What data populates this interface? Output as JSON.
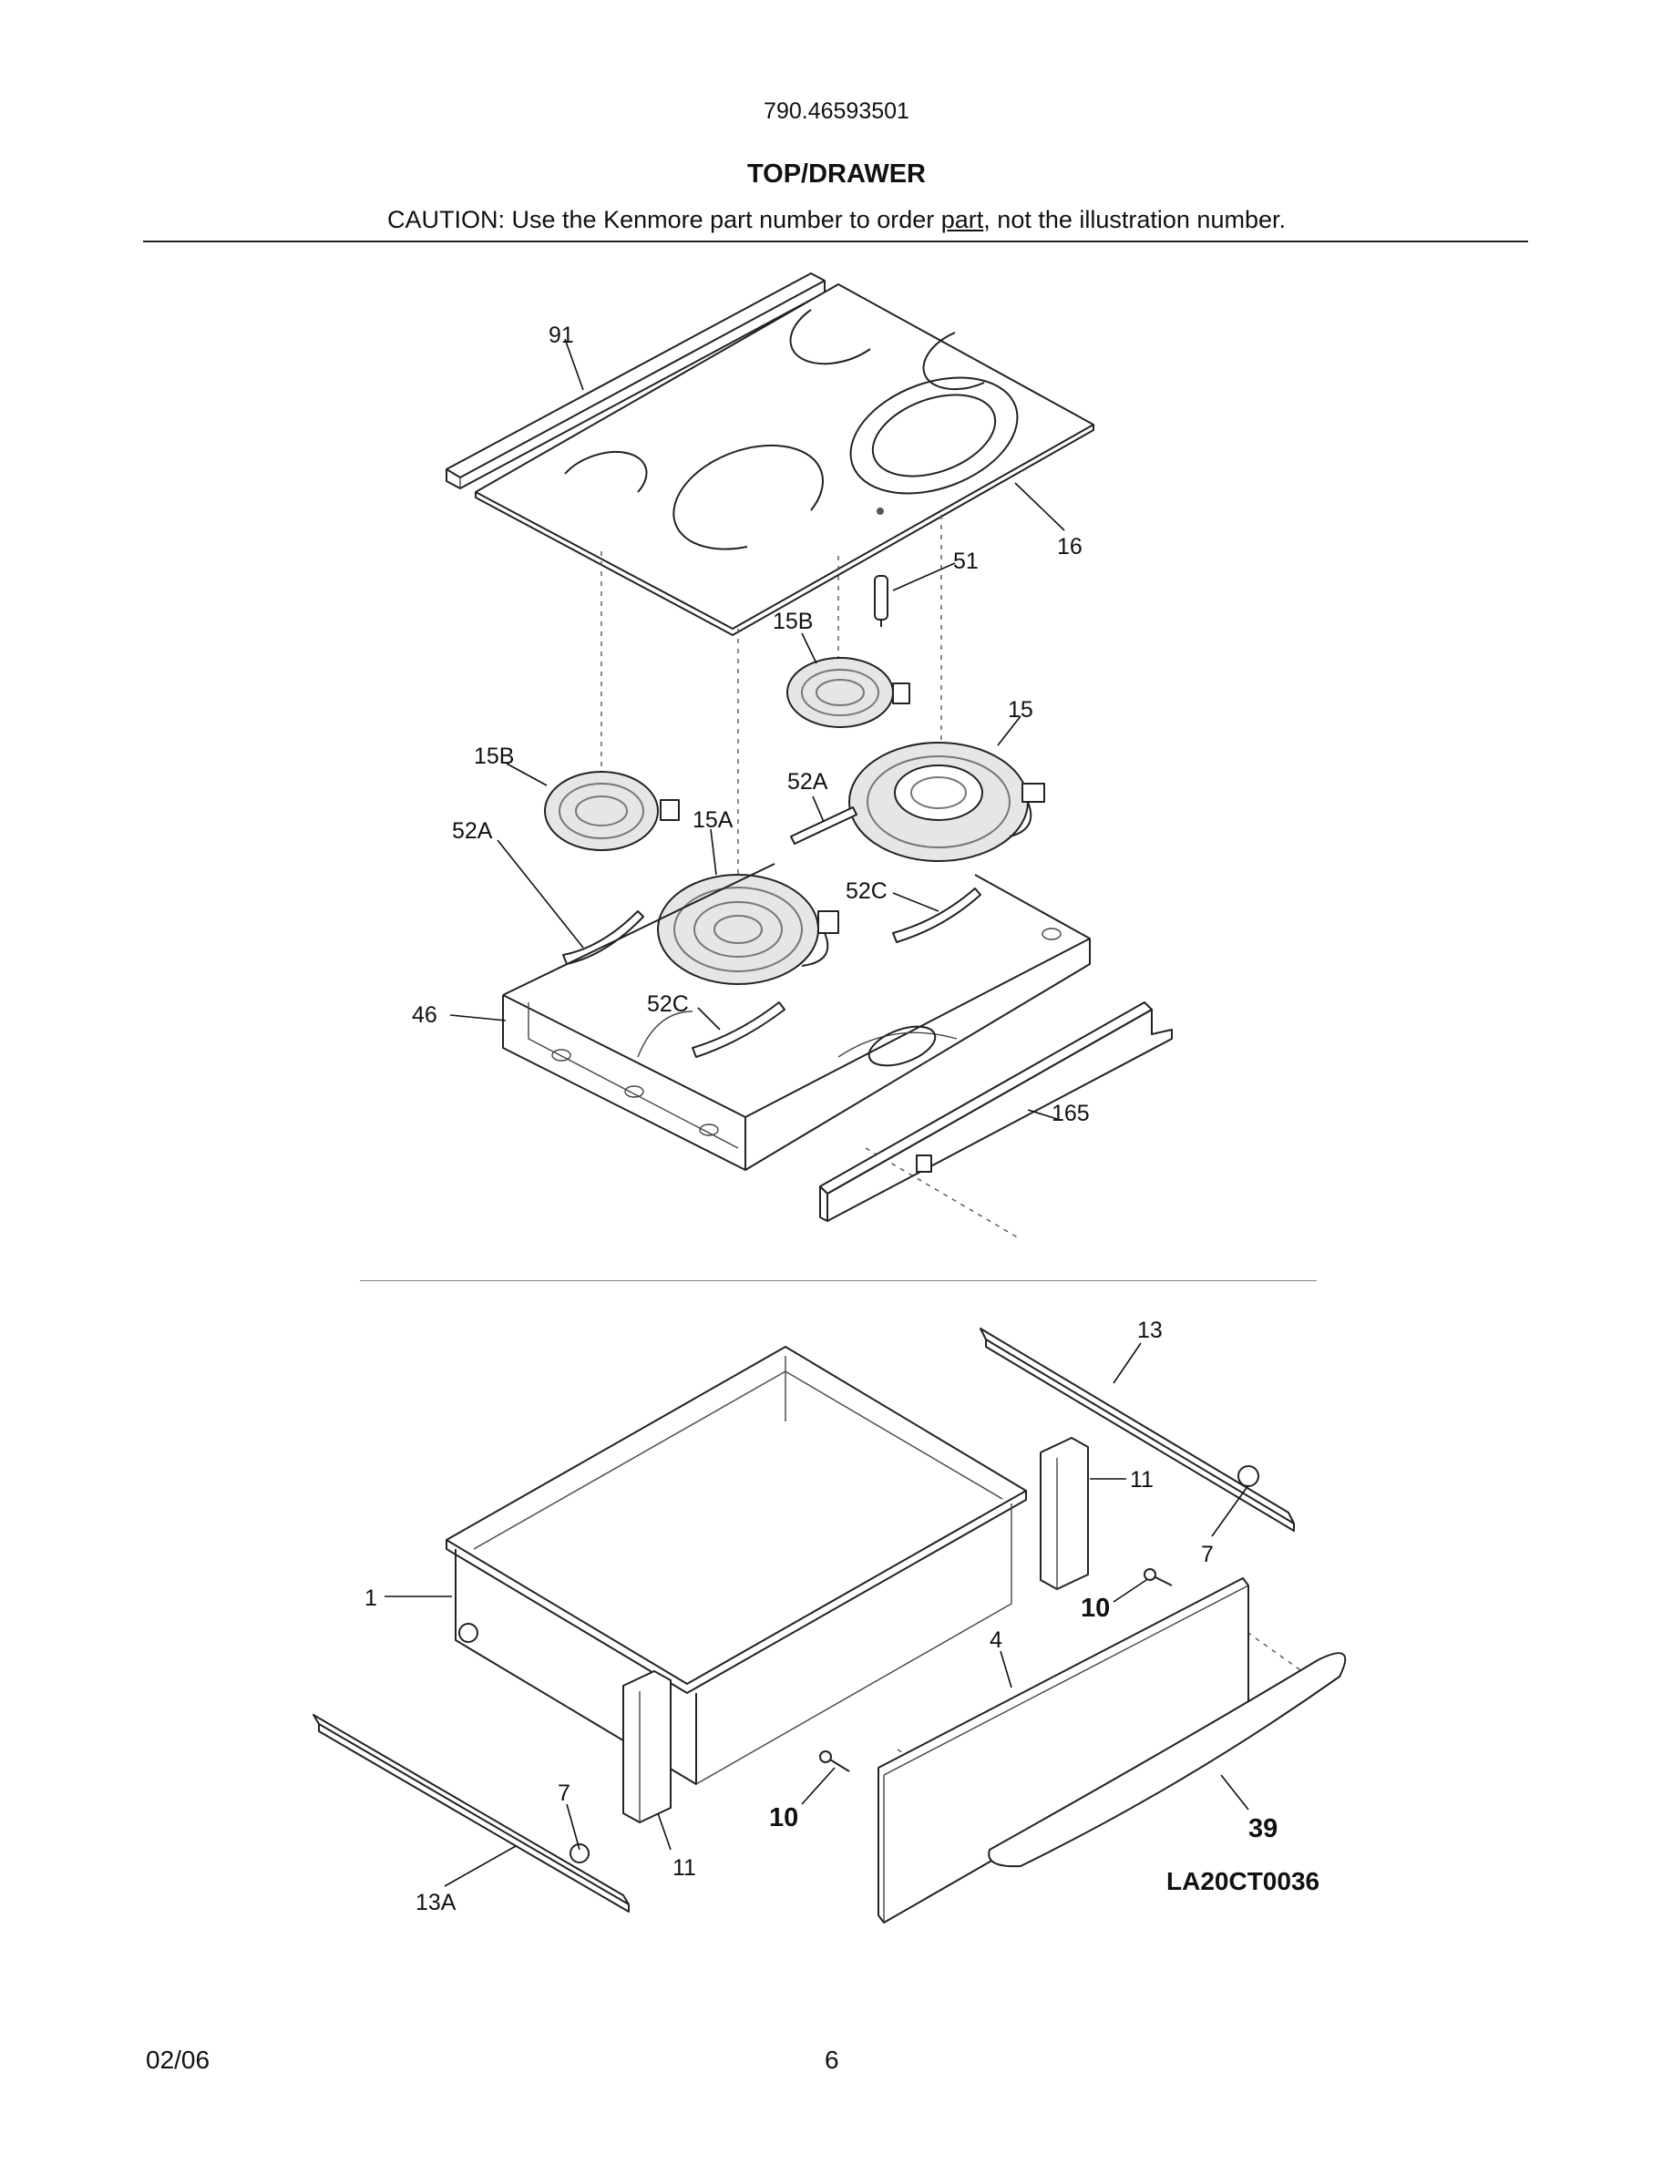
{
  "header": {
    "model_number": "790.46593501",
    "section_title": "TOP/DRAWER",
    "caution_prefix": "CAUTION: Use the Kenmore part number to order ",
    "caution_link": "part",
    "caution_suffix": ", not the illustration number."
  },
  "diagram": {
    "callouts": {
      "c91": "91",
      "c16": "16",
      "c51": "51",
      "c15B_top": "15B",
      "c15": "15",
      "c15B_left": "15B",
      "c52A_mid": "52A",
      "c52A_left": "52A",
      "c15A": "15A",
      "c52C_right": "52C",
      "c52C_left": "52C",
      "c46": "46",
      "c165": "165",
      "c13": "13",
      "c11_right": "11",
      "c7_right": "7",
      "c1": "1",
      "c10_right": "10",
      "c4": "4",
      "c7_left": "7",
      "c10_left": "10",
      "c39": "39",
      "c11_left": "11",
      "c13A": "13A"
    },
    "figure_code": "LA20CT0036"
  },
  "footer": {
    "date": "02/06",
    "page_number": "6"
  }
}
